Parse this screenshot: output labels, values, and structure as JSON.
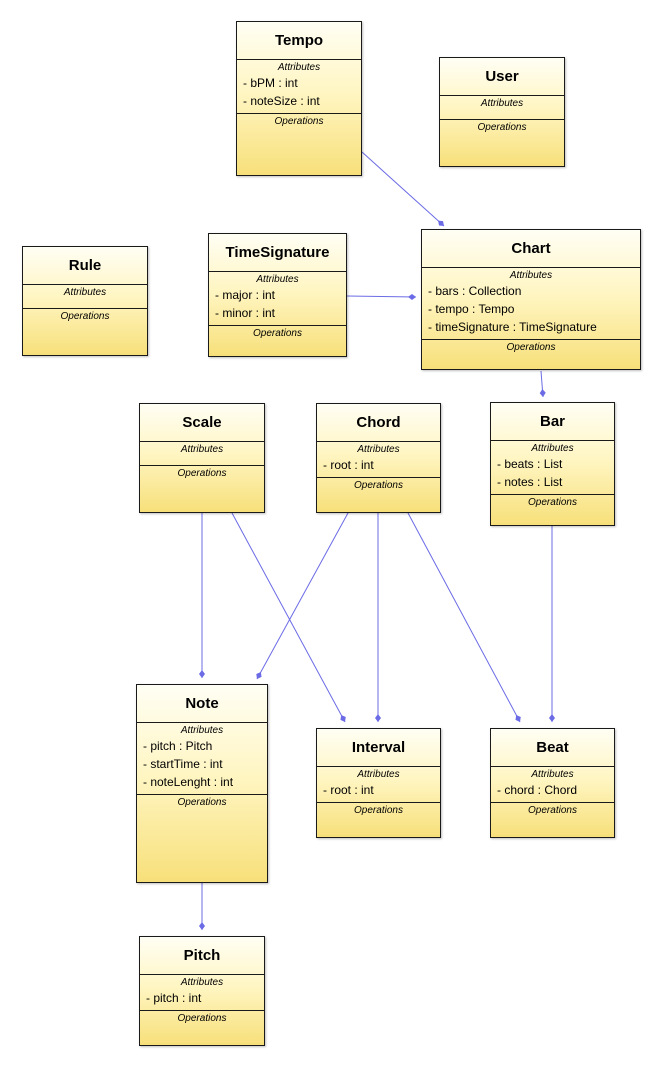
{
  "labels": {
    "attributes": "Attributes",
    "operations": "Operations"
  },
  "line_color": "#6b6be6",
  "classes": {
    "tempo": {
      "name": "Tempo",
      "attributes": [
        "- bPM : int",
        "- noteSize : int"
      ]
    },
    "user": {
      "name": "User",
      "attributes": []
    },
    "rule": {
      "name": "Rule",
      "attributes": []
    },
    "time_signature": {
      "name": "TimeSignature",
      "attributes": [
        "- major : int",
        "- minor : int"
      ]
    },
    "chart": {
      "name": "Chart",
      "attributes": [
        "- bars : Collection",
        "- tempo : Tempo",
        "- timeSignature : TimeSignature"
      ]
    },
    "scale": {
      "name": "Scale",
      "attributes": []
    },
    "chord": {
      "name": "Chord",
      "attributes": [
        "- root : int"
      ]
    },
    "bar": {
      "name": "Bar",
      "attributes": [
        "- beats : List",
        "- notes : List"
      ]
    },
    "note": {
      "name": "Note",
      "attributes": [
        "- pitch : Pitch",
        "- startTime : int",
        "- noteLenght : int"
      ]
    },
    "interval": {
      "name": "Interval",
      "attributes": [
        "- root : int"
      ]
    },
    "beat": {
      "name": "Beat",
      "attributes": [
        "- chord : Chord"
      ]
    },
    "pitch": {
      "name": "Pitch",
      "attributes": [
        "- pitch : int"
      ]
    }
  },
  "associations": [
    {
      "from": "tempo",
      "to": "chart"
    },
    {
      "from": "time_signature",
      "to": "chart"
    },
    {
      "from": "chart",
      "to": "bar"
    },
    {
      "from": "bar",
      "to": "beat"
    },
    {
      "from": "scale",
      "to": "note"
    },
    {
      "from": "scale",
      "to": "interval"
    },
    {
      "from": "chord",
      "to": "note"
    },
    {
      "from": "chord",
      "to": "interval"
    },
    {
      "from": "chord",
      "to": "beat"
    },
    {
      "from": "note",
      "to": "pitch"
    }
  ]
}
